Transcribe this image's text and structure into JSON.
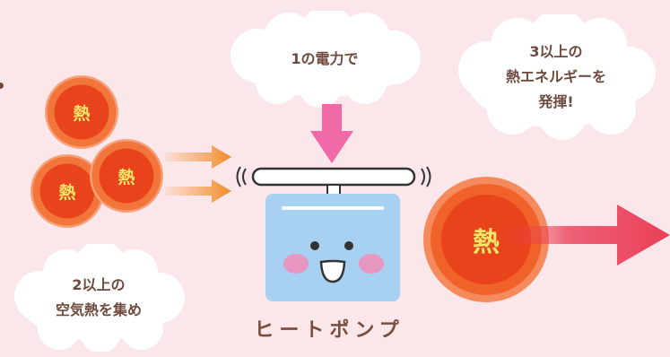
{
  "clouds": {
    "electricity": "1の電力で",
    "output_heat": "3以上の\n熱エネルギーを\n発揮!",
    "air_heat": "2以上の\n空気熱を集め"
  },
  "heat_balls": {
    "small_1": "熱",
    "small_2": "熱",
    "small_3": "熱",
    "large": "熱"
  },
  "heat_pump": {
    "label": "ヒートポンプ"
  },
  "colors": {
    "background": "#fbe6ea",
    "heat_orange": "#e8431a",
    "heat_text": "#ffe66a",
    "pink_arrow": "#ef6aa6",
    "red_arrow": "#ea3f58",
    "pump_blue": "#a8d0f0",
    "label_brown": "#7a4e3e"
  },
  "icons": [
    "cloud-shape",
    "arrow-right-orange",
    "arrow-down-pink",
    "arrow-right-red",
    "fan-blade",
    "smiley-face"
  ]
}
